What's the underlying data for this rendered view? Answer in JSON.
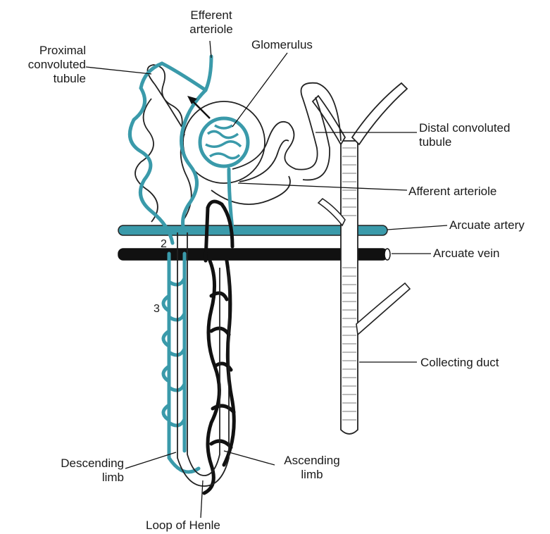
{
  "labels": {
    "efferent_arteriole": "Efferent\narteriole",
    "glomerulus": "Glomerulus",
    "proximal_convoluted_tubule": "Proximal\nconvoluted\ntubule",
    "distal_convoluted_tubule": "Distal convoluted\ntubule",
    "afferent_arteriole": "Afferent arteriole",
    "arcuate_artery": "Arcuate artery",
    "arcuate_vein": "Arcuate vein",
    "collecting_duct": "Collecting duct",
    "descending_limb": "Descending\nlimb",
    "ascending_limb": "Ascending\nlimb",
    "loop_of_henle": "Loop of Henle"
  },
  "markers": {
    "marker_2": "2",
    "marker_3": "3"
  },
  "colors": {
    "artery_blue": "#3a9aaa",
    "vein_black": "#111111",
    "outline": "#222222"
  }
}
